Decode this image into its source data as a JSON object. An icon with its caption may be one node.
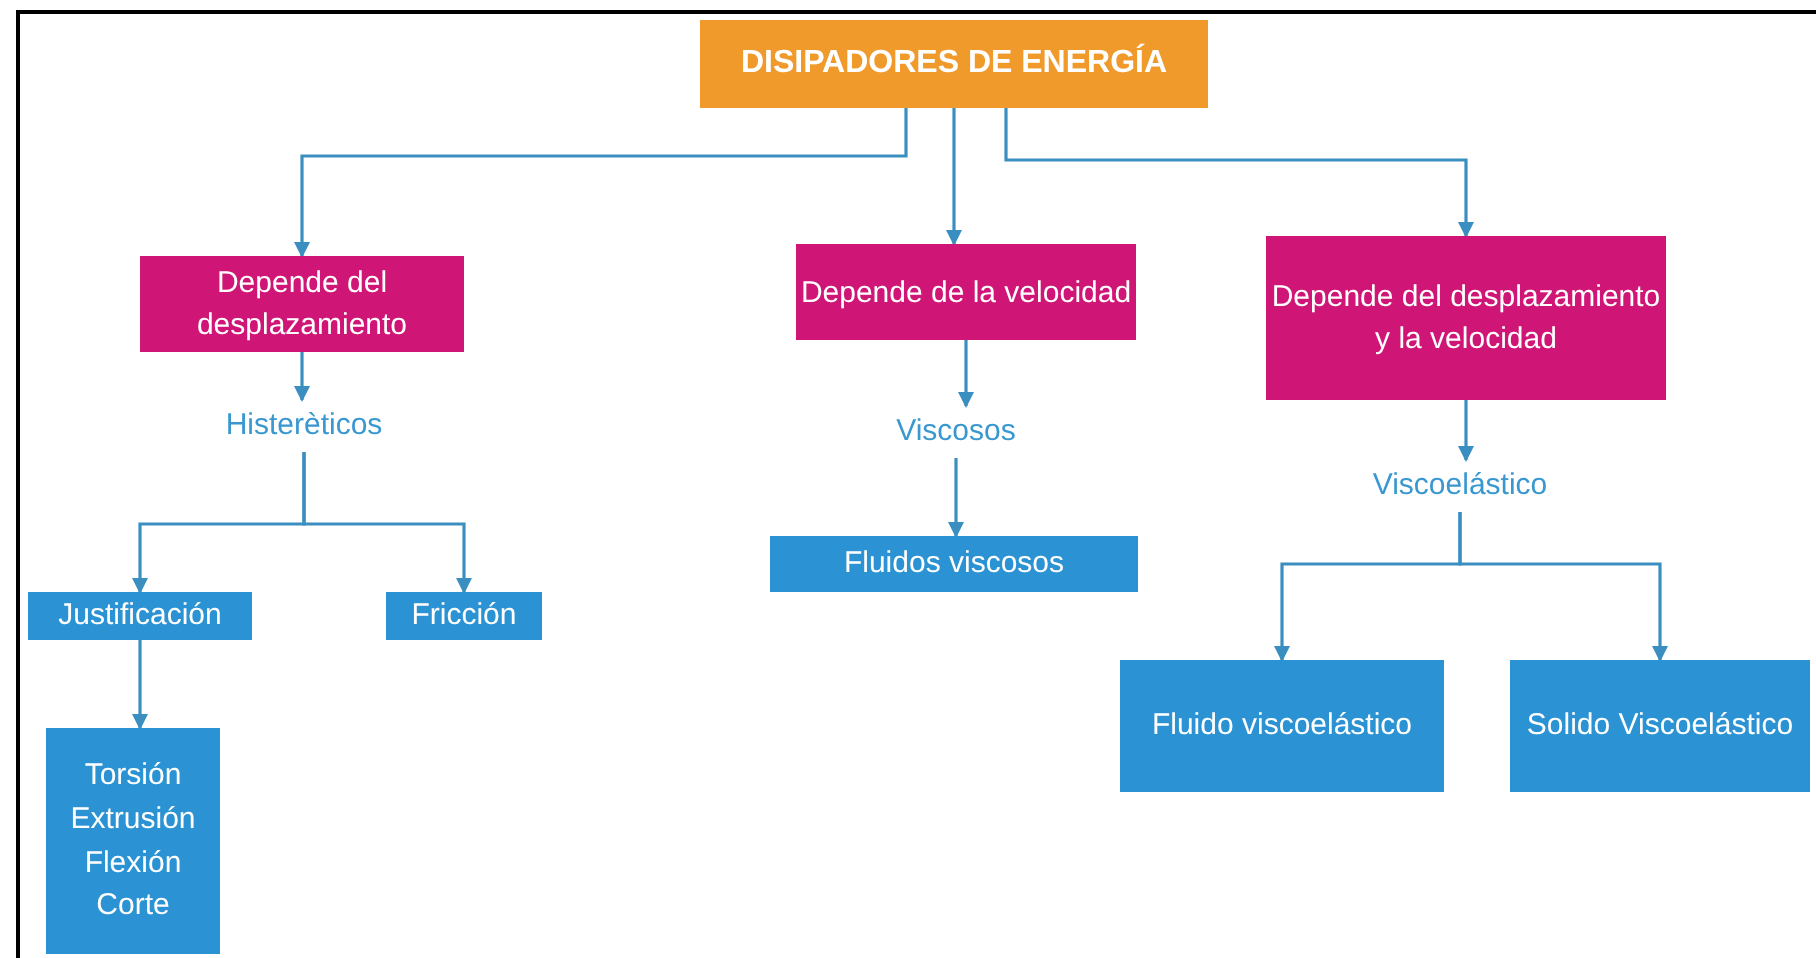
{
  "diagram": {
    "nodes": [
      {
        "text": [
          "DISIPADORES DE ENERGÍA"
        ]
      },
      {
        "text": [
          "Depende del desplazamiento"
        ]
      },
      {
        "text": [
          "Depende de la velocidad"
        ]
      },
      {
        "text": [
          "Depende del desplazamiento y la velocidad"
        ]
      },
      {
        "text": [
          "Histerèticos"
        ]
      },
      {
        "text": [
          "Viscosos"
        ]
      },
      {
        "text": [
          "Viscoelástico"
        ]
      },
      {
        "text": [
          "Justificación"
        ]
      },
      {
        "text": [
          "Fricción"
        ]
      },
      {
        "text": [
          "Fluidos viscosos"
        ]
      },
      {
        "text": [
          "Torsión",
          "Extrusión",
          "Flexión",
          "Corte"
        ]
      },
      {
        "text": [
          "Fluido viscoelástico"
        ]
      },
      {
        "text": [
          "Solido Viscoelástico"
        ]
      }
    ],
    "edges": [
      {
        "from": 0,
        "to": 1,
        "arrow": "to"
      },
      {
        "from": 0,
        "to": 2,
        "arrow": "to"
      },
      {
        "from": 0,
        "to": 3,
        "arrow": "to"
      },
      {
        "from": 1,
        "to": 4,
        "arrow": "to"
      },
      {
        "from": 2,
        "to": 5,
        "arrow": "to"
      },
      {
        "from": 3,
        "to": 6,
        "arrow": "to"
      },
      {
        "from": 4,
        "to": 7,
        "arrow": "to"
      },
      {
        "from": 4,
        "to": 8,
        "arrow": "to"
      },
      {
        "from": 5,
        "to": 9,
        "arrow": "to"
      },
      {
        "from": 6,
        "to": 11,
        "arrow": "to"
      },
      {
        "from": 6,
        "to": 12,
        "arrow": "to"
      },
      {
        "from": 7,
        "to": 10,
        "arrow": "to"
      }
    ]
  }
}
